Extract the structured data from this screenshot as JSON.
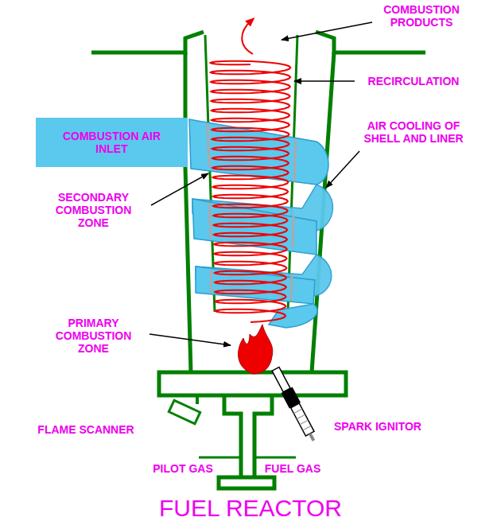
{
  "diagram": {
    "title": "FUEL REACTOR",
    "nodes": [
      {
        "text": [
          "COMBUSTION AIR INLET"
        ]
      }
    ],
    "labels": [
      "COMBUSTION PRODUCTS",
      "RECIRCULATION",
      "AIR COOLING OF SHELL AND LINER",
      "SECONDARY COMBUSTION ZONE",
      "PRIMARY COMBUSTION ZONE",
      "FLAME SCANNER",
      "SPARK IGNITOR",
      "PILOT GAS",
      "FUEL GAS"
    ]
  }
}
